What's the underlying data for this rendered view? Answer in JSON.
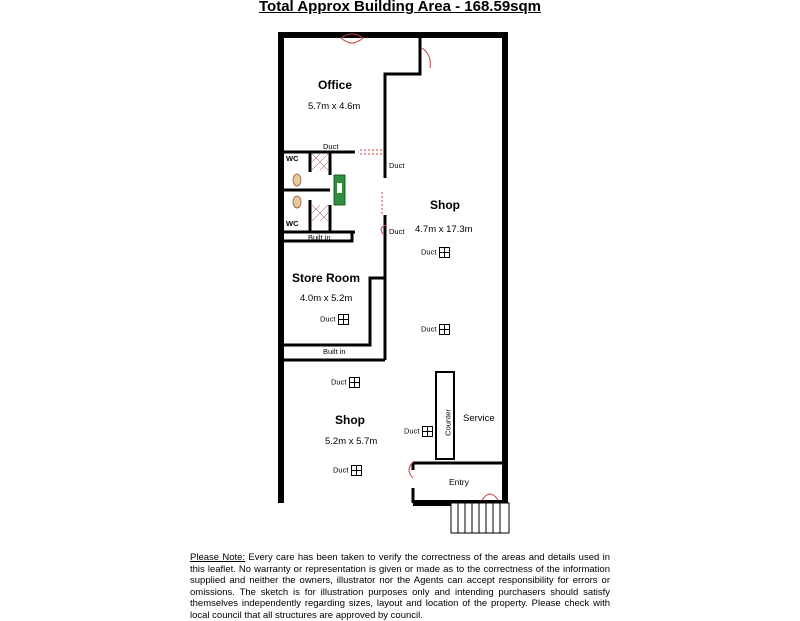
{
  "title": "Total Approx Building Area - 168.59sqm",
  "rooms": {
    "office": {
      "name": "Office",
      "dims": "5.7m x 4.6m"
    },
    "shop_main": {
      "name": "Shop",
      "dims": "4.7m x 17.3m"
    },
    "store_room": {
      "name": "Store Room",
      "dims": "4.0m x 5.2m"
    },
    "shop_front": {
      "name": "Shop",
      "dims": "5.2m x 5.7m"
    },
    "entry": {
      "name": "Entry"
    },
    "service": {
      "name": "Service"
    },
    "counter": {
      "name": "Counter"
    }
  },
  "labels": {
    "duct": "Duct",
    "wc": "WC",
    "built_in": "Built in"
  },
  "note": {
    "lead": "Please Note:",
    "text": " Every care has been taken to verify the correctness of the areas and details used in this leaflet. No warranty or representation is given or made as to the correctness of the information supplied and neither the owners, illustrator nor the Agents can accept responsibility for errors or omissions. The sketch is for illustration purposes only and intending purchasers should satisfy themselves independently regarding sizes, layout and location of the property. Please check with local council that all structures are approved by council."
  },
  "colors": {
    "wall": "#000000",
    "door_swing": "#c84040",
    "fixture_green": "#2f8f3f",
    "tile_pattern": "#b03030"
  }
}
